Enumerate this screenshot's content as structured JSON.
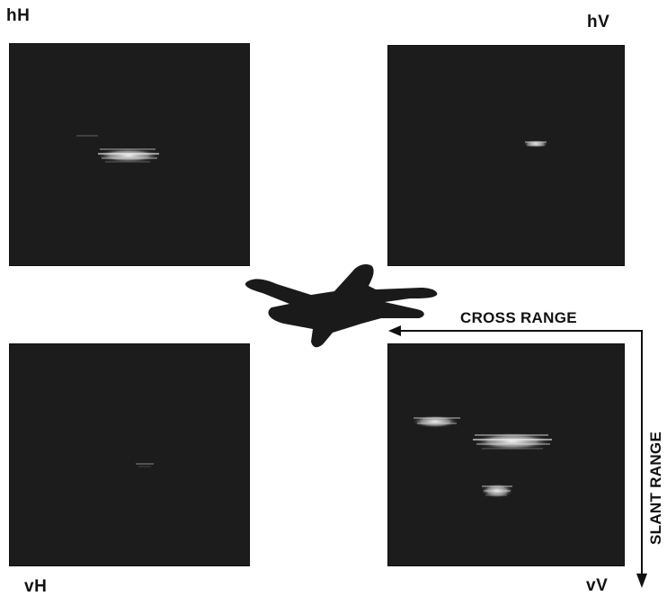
{
  "labels": {
    "hH": "hH",
    "hV": "hV",
    "vH": "vH",
    "vV": "vV"
  },
  "axes": {
    "cross_range": "CROSS RANGE",
    "slant_range": "SLANT RANGE"
  },
  "colors": {
    "panel_background": "#1c1c1c",
    "return_highlight": "#e8e8e8",
    "aircraft": "#1a1a1a",
    "text": "#111111"
  },
  "icons": {
    "aircraft": "aircraft-silhouette-icon"
  }
}
